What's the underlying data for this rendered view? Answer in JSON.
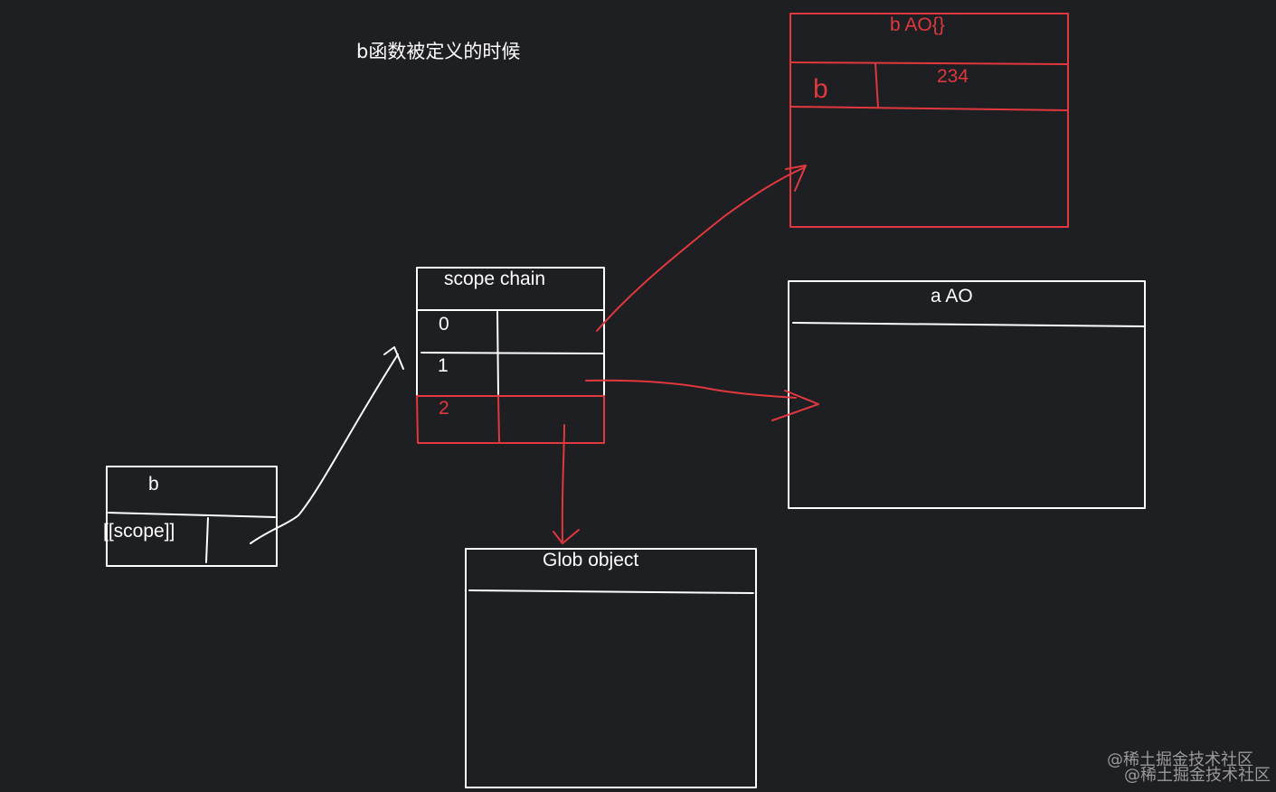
{
  "diagram": {
    "title": "b函数被定义的时候",
    "b_function_box": {
      "name": "b",
      "scope_label": "[[scope]]"
    },
    "scope_chain_box": {
      "name": "scope chain",
      "index_0": "0",
      "index_1": "1",
      "index_2": "2"
    },
    "b_ao_box": {
      "name": "b  AO{}",
      "key": "b",
      "value": "234"
    },
    "a_ao_box": {
      "name": "a  AO"
    },
    "glob_object_box": {
      "name": "Glob object"
    },
    "colors": {
      "background": "#1e1f22",
      "stroke_white": "#ffffff",
      "stroke_red": "#e0383e"
    }
  },
  "watermark": {
    "text": "@稀土掘金技术社区"
  }
}
